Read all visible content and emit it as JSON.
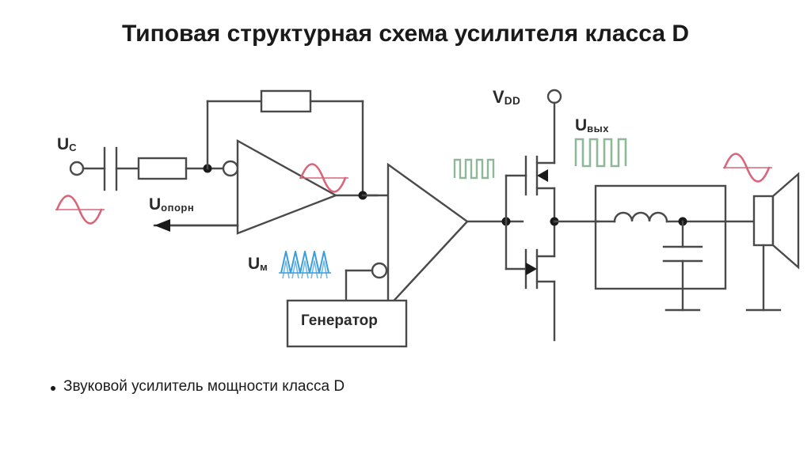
{
  "slide": {
    "title": "Типовая структурная схема усилителя класса D",
    "bullet": "Звуковой усилитель мощности класса D"
  },
  "diagram": {
    "name": "class-d-amplifier-block-diagram",
    "labels": {
      "input_signal": {
        "main": "U",
        "sub": "C"
      },
      "reference_voltage": {
        "main": "U",
        "sub": "опорн"
      },
      "modulator_signal": {
        "main": "U",
        "sub": "м"
      },
      "supply_voltage": {
        "main": "V",
        "sub": "DD"
      },
      "output_voltage": {
        "main": "U",
        "sub": "вых"
      },
      "generator_block": "Генератор"
    },
    "waveforms": [
      {
        "name": "input-sine",
        "kind": "sine",
        "color": "#d9657a"
      },
      {
        "name": "integrator-output-sine",
        "kind": "sine",
        "color": "#d9657a"
      },
      {
        "name": "triangle-carrier",
        "kind": "triangle",
        "color": "#3b9ddd"
      },
      {
        "name": "pwm-comparator-output",
        "kind": "square",
        "color": "#8fb89a"
      },
      {
        "name": "pwm-power-output",
        "kind": "square",
        "color": "#8fb89a"
      },
      {
        "name": "speaker-output-sine",
        "kind": "sine",
        "color": "#d9657a"
      }
    ],
    "components": [
      {
        "name": "input-terminal",
        "type": "terminal"
      },
      {
        "name": "coupling-capacitor",
        "type": "capacitor"
      },
      {
        "name": "input-resistor",
        "type": "resistor"
      },
      {
        "name": "feedback-resistor",
        "type": "resistor"
      },
      {
        "name": "integrator-opamp",
        "type": "opamp"
      },
      {
        "name": "comparator-opamp",
        "type": "opamp"
      },
      {
        "name": "triangle-wave-generator",
        "type": "block"
      },
      {
        "name": "vdd-terminal",
        "type": "terminal"
      },
      {
        "name": "high-side-mosfet",
        "type": "mosfet-p"
      },
      {
        "name": "low-side-mosfet",
        "type": "mosfet-n"
      },
      {
        "name": "output-lc-filter",
        "type": "filter"
      },
      {
        "name": "filter-inductor",
        "type": "inductor"
      },
      {
        "name": "filter-capacitor",
        "type": "capacitor"
      },
      {
        "name": "loudspeaker",
        "type": "speaker"
      },
      {
        "name": "ground-symbol",
        "type": "ground"
      }
    ],
    "colors": {
      "wire": "#4a4a4a",
      "sine": "#d9657a",
      "square": "#8fb89a",
      "triangle": "#3b9ddd",
      "text": "#2a2a2a"
    }
  }
}
